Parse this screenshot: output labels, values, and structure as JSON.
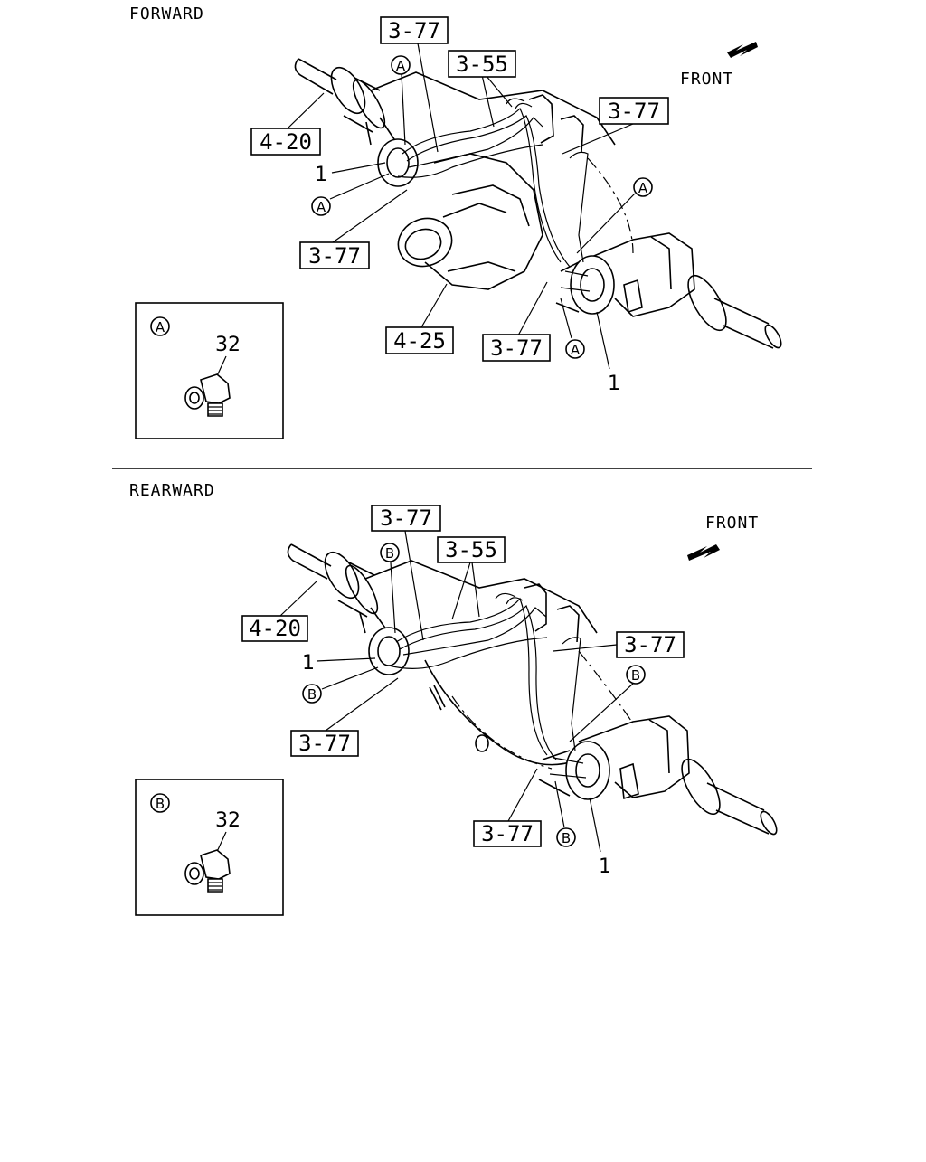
{
  "sections": [
    {
      "title": "FORWARD",
      "front_label": "FRONT",
      "callouts": [
        "3-77",
        "3-55",
        "3-77",
        "4-20",
        "3-77",
        "4-25",
        "3-77"
      ],
      "refs": [
        "1",
        "1"
      ],
      "detail_letters": [
        "A",
        "A",
        "A",
        "A"
      ],
      "inset": {
        "letter": "A",
        "part": "32"
      }
    },
    {
      "title": "REARWARD",
      "front_label": "FRONT",
      "callouts": [
        "3-77",
        "3-55",
        "4-20",
        "3-77",
        "3-77",
        "3-77"
      ],
      "refs": [
        "1",
        "1"
      ],
      "detail_letters": [
        "B",
        "B",
        "B",
        "B"
      ],
      "inset": {
        "letter": "B",
        "part": "32"
      }
    }
  ]
}
